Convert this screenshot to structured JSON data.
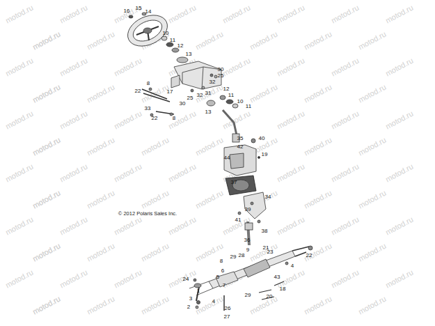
{
  "diagram": {
    "labels": [
      "16",
      "15",
      "14",
      "10",
      "11",
      "12",
      "13",
      "30",
      "25",
      "32",
      "8",
      "22",
      "17",
      "25",
      "32",
      "31",
      "30",
      "33",
      "22",
      "8",
      "13",
      "12",
      "11",
      "10",
      "11",
      "35",
      "40",
      "42",
      "19",
      "44",
      "37",
      "34",
      "39",
      "41",
      "38",
      "36",
      "21",
      "23",
      "9",
      "28",
      "29",
      "8",
      "22",
      "4",
      "6",
      "5",
      "24",
      "43",
      "18",
      "1",
      "7",
      "4",
      "29",
      "20",
      "3",
      "2",
      "26",
      "27",
      "© 2012 Polaris Sales Inc.",
      "motod.ru",
      "motod.ru",
      "motod.ru",
      "motod.ru",
      "motod.ru",
      "motod.ru",
      "motod.ru",
      "motod.ru",
      "motod.ru",
      "motod.ru",
      "motod.ru",
      "motod.ru",
      "motod.ru",
      "motod.ru",
      "motod.ru",
      "motod.ru",
      "motod.ru",
      "motod.ru",
      "motod.ru",
      "motod.ru",
      "motod.ru",
      "motod.ru",
      "motod.ru",
      "motod.ru",
      "motod.ru",
      "motod.ru",
      "motod.ru",
      "motod.ru",
      "motod.ru",
      "motod.ru",
      "motod.ru",
      "motod.ru",
      "motod.ru",
      "motod.ru",
      "motod.ru",
      "motod.ru",
      "motod.ru",
      "motod.ru",
      "motod.ru",
      "motod.ru",
      "motod.ru",
      "motod.ru",
      "motod.ru",
      "motod.ru",
      "motod.ru",
      "motod.ru",
      "motod.ru",
      "motod.ru",
      "motod.ru",
      "motod.ru",
      "motod.ru",
      "motod.ru",
      "motod.ru",
      "motod.ru",
      "motod.ru",
      "motod.ru",
      "motod.ru",
      "motod.ru",
      "motod.ru",
      "motod.ru",
      "motod.ru",
      "motod.ru",
      "motod.ru",
      "motod.ru",
      "motod.ru",
      "motod.ru",
      "motod.ru",
      "motod.ru",
      "motod.ru",
      "motod.ru",
      "motod.ru",
      "motod.ru",
      "motod.ru",
      "motod.ru",
      "motod.ru",
      "motod.ru",
      "motod.ru",
      "motod.ru",
      "motod.ru",
      "motod.ru",
      "motod.ru",
      "motod.ru",
      "motod.ru",
      "motod.ru",
      "motod.ru",
      "motod.ru",
      "motod.ru",
      "motod.ru",
      "motod.ru",
      "motod.ru",
      "motod.ru",
      "motod.ru",
      "motod.ru",
      "motod.ru",
      "motod.ru",
      "motod.ru"
    ]
  }
}
